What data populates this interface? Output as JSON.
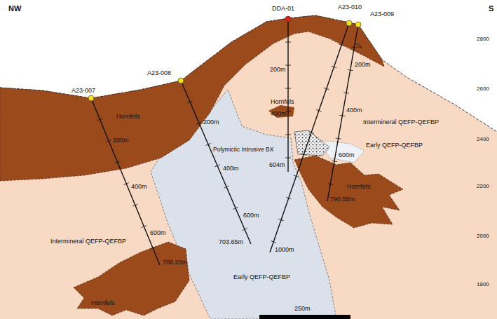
{
  "diagram": {
    "labels": [
      "NW",
      "DDA-01",
      "A23-010",
      "A23-009",
      "S",
      "2800",
      "A23-008",
      "A23-007",
      "200m",
      "200m",
      "2600",
      "Hornfels",
      "Hornfels",
      "490m",
      "400m",
      "Intermineral QEFP-QEFBP",
      "200m",
      "200m",
      "Polymictic Intrusive BX",
      "Early QEFP-QEFBP",
      "604m",
      "600m",
      "2400",
      "400m",
      "Hornfels",
      "400m",
      "2200",
      "790.55m",
      "600m",
      "600m",
      "Intermineral QEFP-QEFBP",
      "703.65m",
      "2000",
      "1000m",
      "708.25m",
      "Early QEFP-QEFBP",
      "Hornfels",
      "250m",
      "1800"
    ]
  }
}
